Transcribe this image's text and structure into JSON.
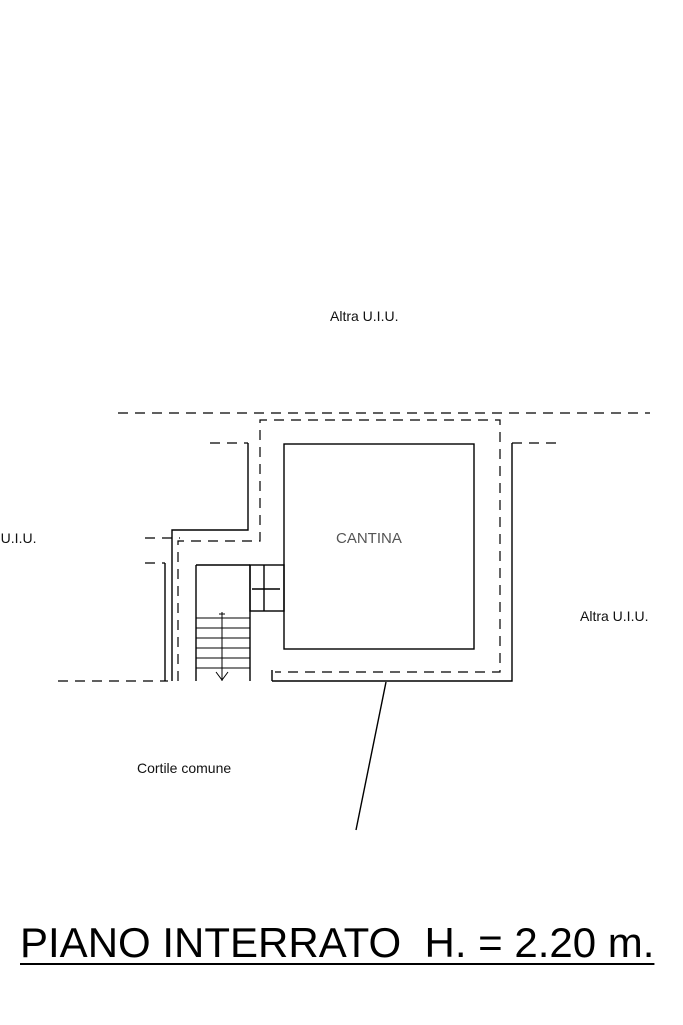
{
  "labels": {
    "top_unit": "Altra U.I.U.",
    "left_unit": "Altra U.I.U.",
    "right_unit": "Altra U.I.U.",
    "room": "CANTINA",
    "courtyard": "Cortile comune"
  },
  "title": "PIANO INTERRATO  H. = 2.20 m.",
  "colors": {
    "lines": "#000000",
    "room_label": "#555555"
  }
}
